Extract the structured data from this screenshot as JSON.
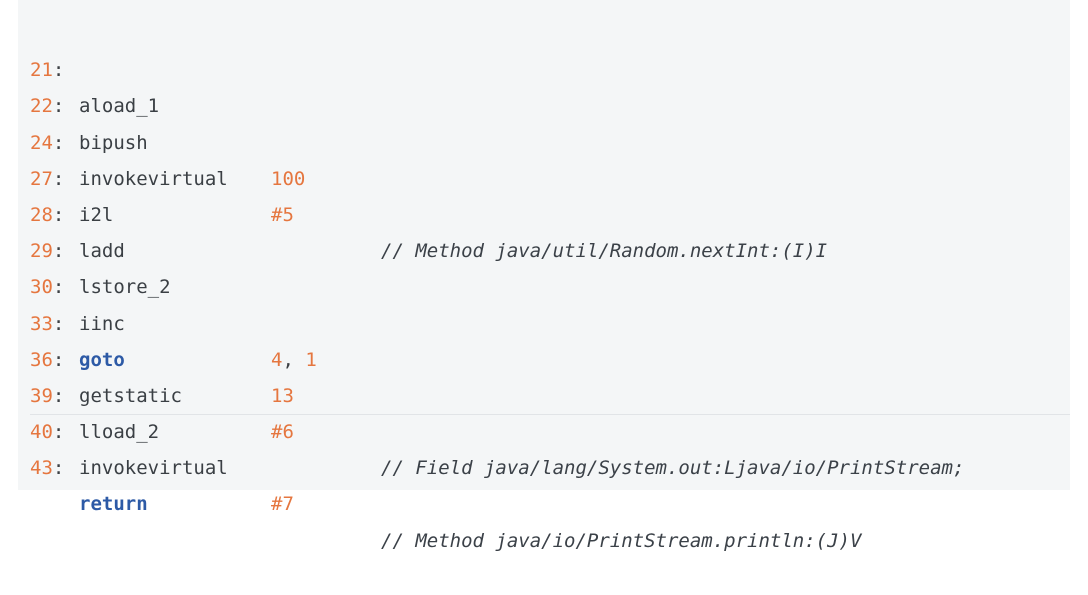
{
  "code": {
    "lines": [
      {
        "offset": "21",
        "op": "aload_1",
        "arg": "",
        "comment": ""
      },
      {
        "offset": "22",
        "op": "bipush",
        "arg": "100",
        "comment": ""
      },
      {
        "offset": "24",
        "op": "invokevirtual",
        "arg": "#5",
        "comment": "// Method java/util/Random.nextInt:(I)I"
      },
      {
        "offset": "27",
        "op": "i2l",
        "arg": "",
        "comment": ""
      },
      {
        "offset": "28",
        "op": "ladd",
        "arg": "",
        "comment": ""
      },
      {
        "offset": "29",
        "op": "lstore_2",
        "arg": "",
        "comment": ""
      },
      {
        "offset": "30",
        "op": "iinc",
        "arg_a": "4",
        "arg_sep": ",",
        "arg_b": "1",
        "comment": ""
      },
      {
        "offset": "33",
        "op": "goto",
        "arg": "13",
        "comment": ""
      },
      {
        "offset": "36",
        "op": "getstatic",
        "arg": "#6",
        "comment": "// Field java/lang/System.out:Ljava/io/PrintStream;"
      },
      {
        "offset": "39",
        "op": "lload_2",
        "arg": "",
        "comment": ""
      },
      {
        "offset": "40",
        "op": "invokevirtual",
        "arg": "#7",
        "comment": "// Method java/io/PrintStream.println:(J)V"
      },
      {
        "offset": "43",
        "op": "return",
        "arg": "",
        "comment": ""
      }
    ],
    "colon": ":"
  },
  "colors": {
    "background": "#f4f6f7",
    "number": "#e5763f",
    "keyword": "#2d5aa6",
    "text": "#3c4044"
  }
}
